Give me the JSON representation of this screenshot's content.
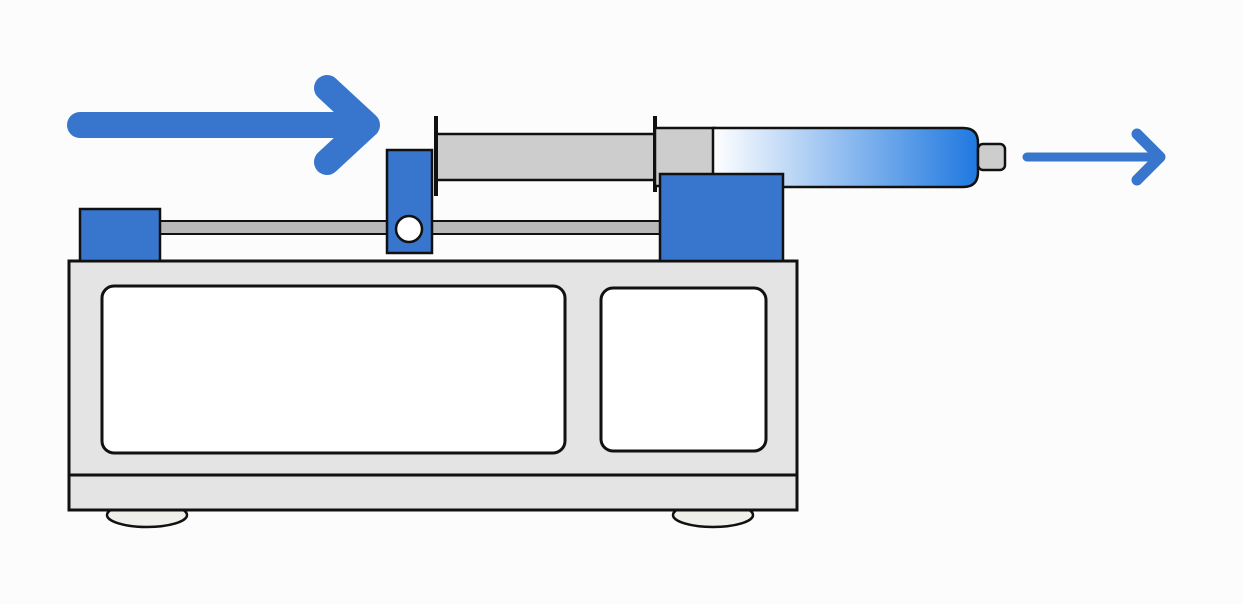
{
  "diagram": {
    "kind": "syringe-pump-schematic",
    "colors": {
      "background": "#fcfcfc",
      "accent_blue": "#3776cc",
      "outline": "#111111",
      "body_fill": "#e4e4e4",
      "window_fill": "#ffffff",
      "barrel_fill": "#cdcdcd",
      "rod_fill": "#b9b9b9",
      "foot_fill": "#f0f0ea",
      "fluid_gradient_start": "#ffffff",
      "fluid_gradient_end": "#1f78e0"
    },
    "arrows": [
      {
        "name": "push-direction-arrow",
        "direction": "right"
      },
      {
        "name": "flow-output-arrow",
        "direction": "right"
      }
    ]
  }
}
